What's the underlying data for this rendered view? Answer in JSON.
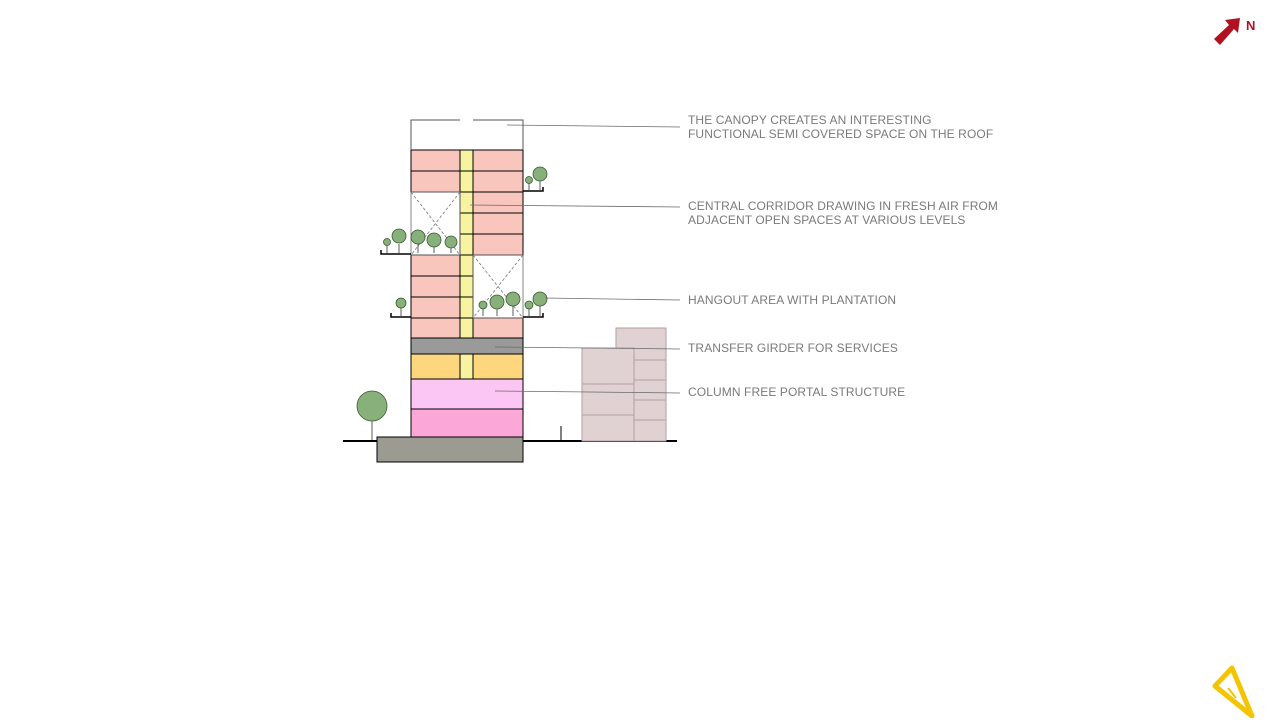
{
  "north": {
    "label": "N",
    "color": "#b01020"
  },
  "annotations": [
    {
      "lines": [
        "THE CANOPY CREATES AN INTERESTING",
        "FUNCTIONAL SEMI COVERED SPACE ON THE ROOF"
      ]
    },
    {
      "lines": [
        "CENTRAL CORRIDOR DRAWING IN FRESH AIR FROM",
        "ADJACENT OPEN SPACES AT VARIOUS LEVELS"
      ]
    },
    {
      "lines": [
        "HANGOUT AREA WITH PLANTATION"
      ]
    },
    {
      "lines": [
        "TRANSFER GIRDER FOR SERVICES"
      ]
    },
    {
      "lines": [
        "COLUMN FREE PORTAL STRUCTURE"
      ]
    }
  ],
  "colors": {
    "residential": "#f9c6bd",
    "corridor": "#f7f3a0",
    "girder": "#9a9a9a",
    "office": "#fdd67e",
    "portal_upper": "#fbc6f4",
    "portal_lower": "#fba8d8",
    "basement": "#9b9b92",
    "neighbour": "#e0d1d3",
    "tree": "#88b07a",
    "logo": "#f5c400"
  }
}
